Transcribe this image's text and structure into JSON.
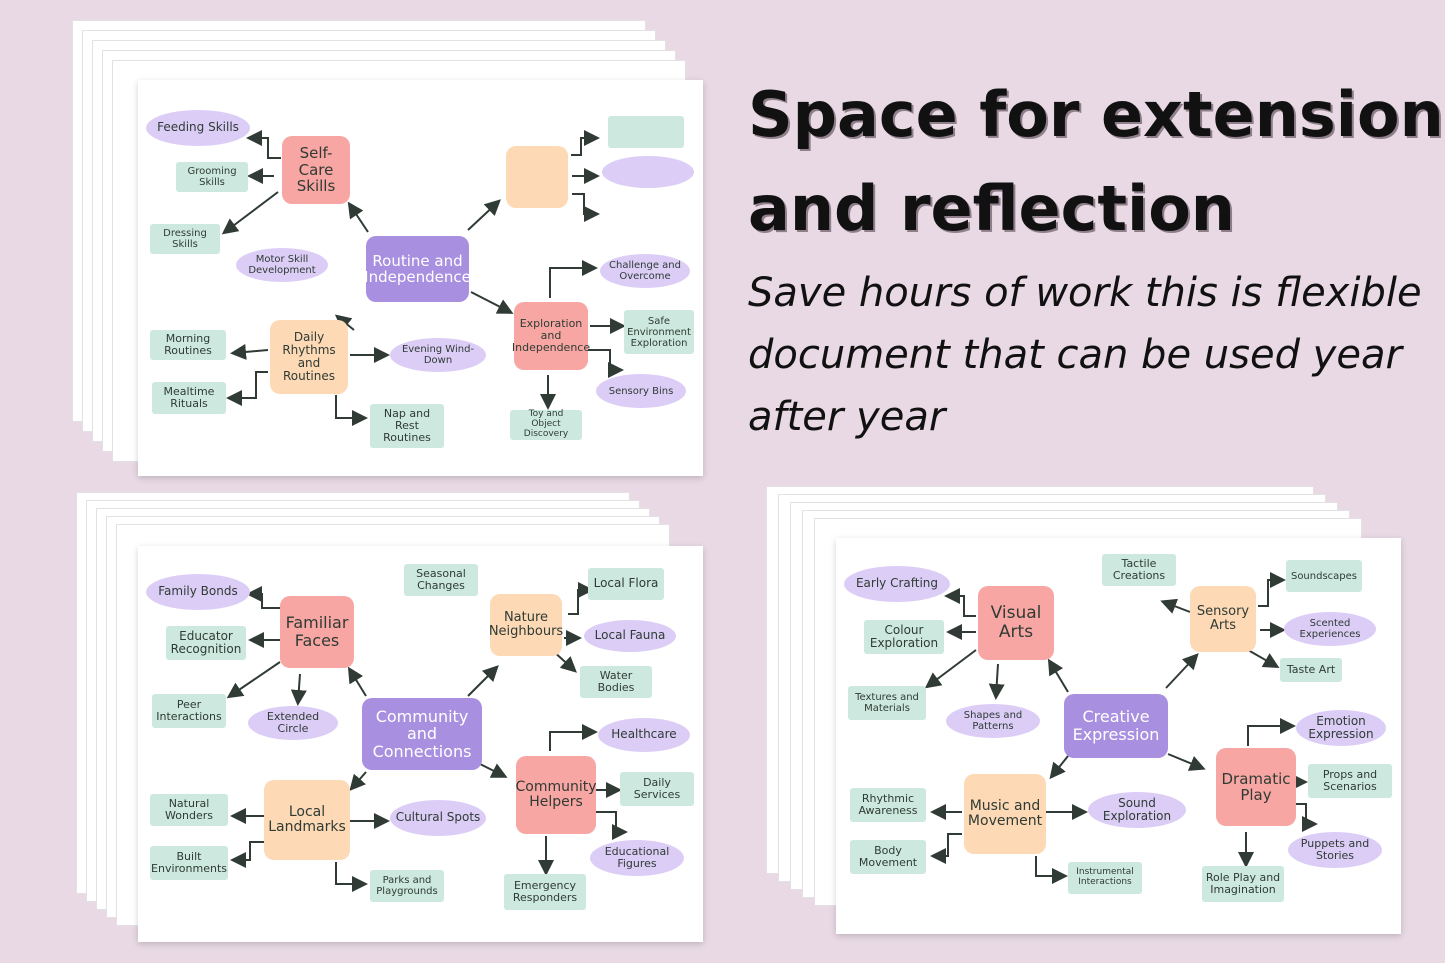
{
  "headline": {
    "line1": "Space for extension",
    "line2": "and reflection"
  },
  "subtext": "Save hours of work this is flexible document that can be used year after year",
  "palette": {
    "background": "#e8d9e4",
    "green": "#cde9df",
    "purple": "#dccdf7",
    "peach": "#fdd9b6",
    "red": "#f8a6a3",
    "violet": "#a98fdf",
    "line": "#2f3b34"
  },
  "card1": {
    "center": "Routine and Independence",
    "self_care": {
      "title": "Self-Care Skills",
      "feeding": "Feeding Skills",
      "grooming": "Grooming Skills",
      "dressing": "Dressing Skills",
      "motor": "Motor Skill Development"
    },
    "daily": {
      "title": "Daily Rhythms and Routines",
      "morning": "Morning Routines",
      "mealtime": "Mealtime Rituals",
      "evening": "Evening Wind-Down",
      "nap": "Nap and Rest Routines"
    },
    "exploration": {
      "title": "Exploration and Independence",
      "challenge": "Challenge and Overcome",
      "safe": "Safe Environment Exploration",
      "sensory": "Sensory Bins",
      "toy": "Toy and Object Discovery"
    }
  },
  "card2": {
    "center": "Community and Connections",
    "faces": {
      "title": "Familiar Faces",
      "family": "Family Bonds",
      "educator": "Educator Recognition",
      "peer": "Peer Interactions",
      "extended": "Extended Circle"
    },
    "nature": {
      "title": "Nature Neighbours",
      "seasonal": "Seasonal Changes",
      "flora": "Local Flora",
      "fauna": "Local Fauna",
      "water": "Water Bodies"
    },
    "helpers": {
      "title": "Community Helpers",
      "healthcare": "Healthcare",
      "daily": "Daily Services",
      "educational": "Educational Figures",
      "emergency": "Emergency Responders"
    },
    "landmarks": {
      "title": "Local Landmarks",
      "natural": "Natural Wonders",
      "built": "Built Environments",
      "cultural": "Cultural Spots",
      "parks": "Parks and Playgrounds"
    }
  },
  "card3": {
    "center": "Creative Expression",
    "visual": {
      "title": "Visual Arts",
      "crafting": "Early Crafting",
      "colour": "Colour Exploration",
      "textures": "Textures and Materials",
      "shapes": "Shapes and Patterns"
    },
    "sensory": {
      "title": "Sensory Arts",
      "tactile": "Tactile Creations",
      "sound": "Soundscapes",
      "scented": "Scented Experiences",
      "taste": "Taste Art"
    },
    "music": {
      "title": "Music and Movement",
      "rhythmic": "Rhythmic Awareness",
      "body": "Body Movement",
      "sound": "Sound Exploration",
      "instrumental": "Instrumental Interactions"
    },
    "dramatic": {
      "title": "Dramatic Play",
      "emotion": "Emotion Expression",
      "props": "Props and Scenarios",
      "puppets": "Puppets and Stories",
      "role": "Role Play and Imagination"
    }
  }
}
